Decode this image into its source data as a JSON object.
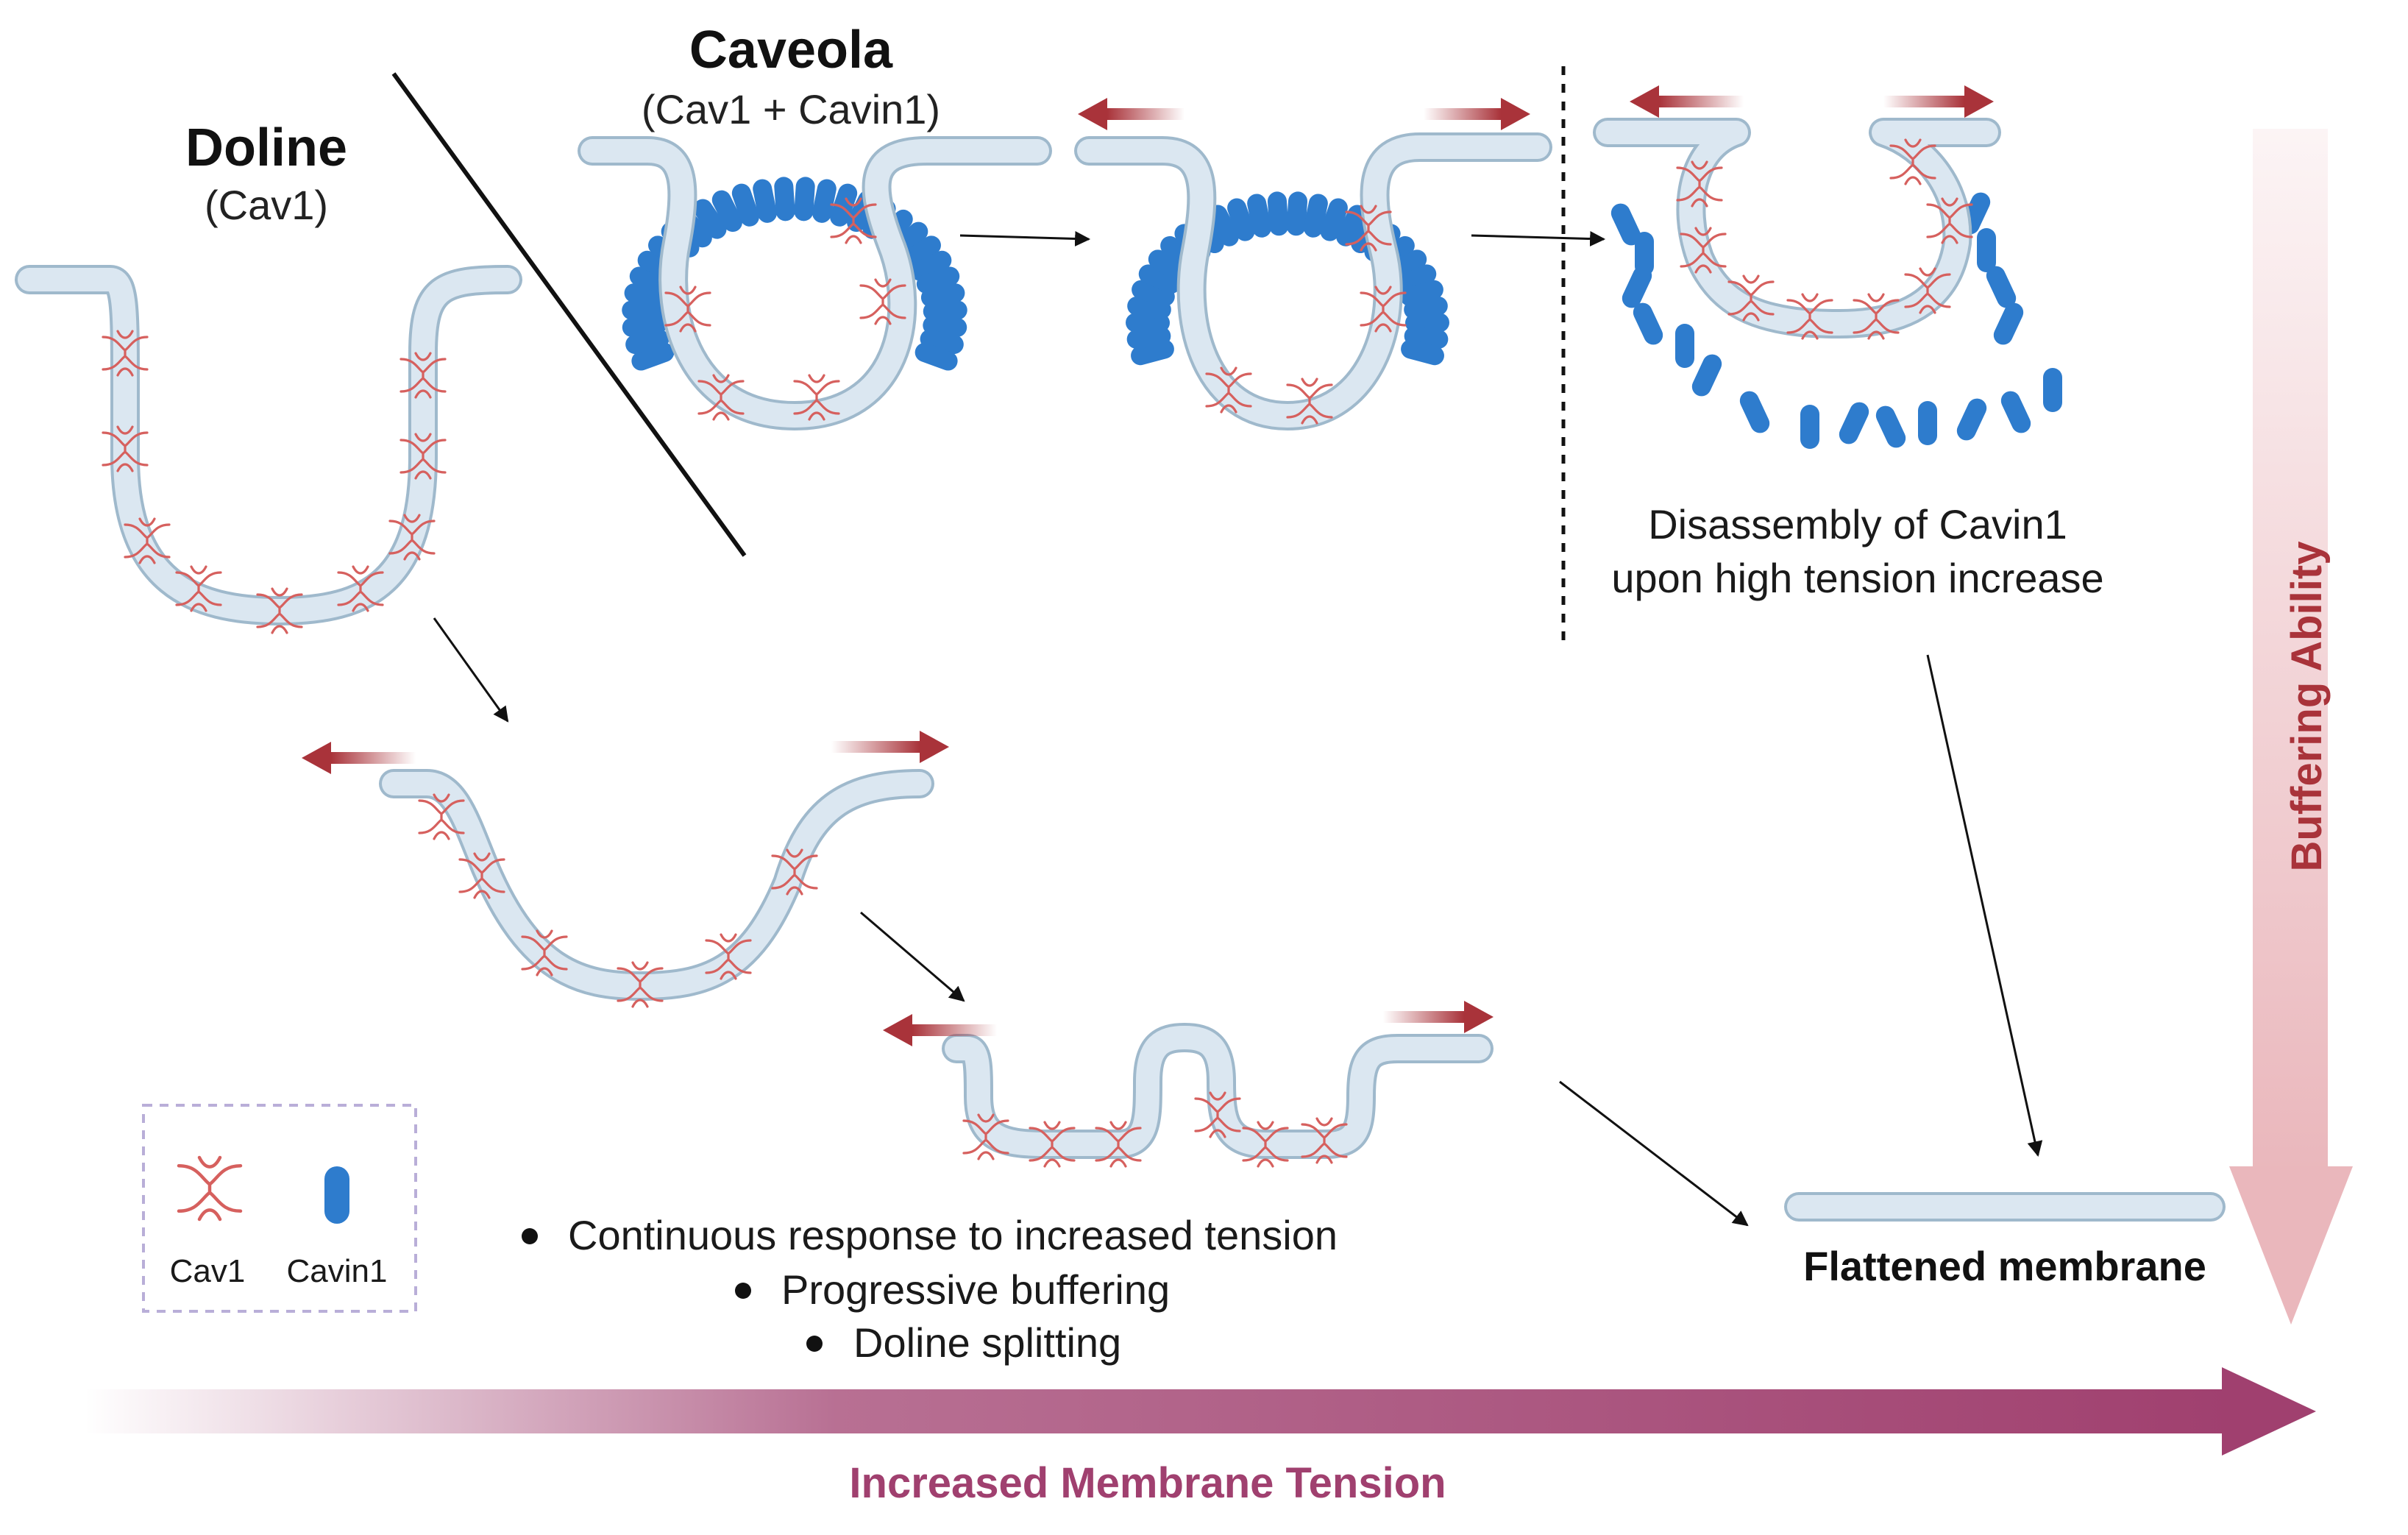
{
  "doline": {
    "title": "Doline",
    "subtitle": "(Cav1)"
  },
  "caveola": {
    "title": "Caveola",
    "subtitle": "(Cav1 + Cavin1)"
  },
  "disassembly": {
    "line1": "Disassembly of Cavin1",
    "line2": "upon high tension increase"
  },
  "bullets": [
    "Continuous response to increased tension",
    "Progressive buffering",
    "Doline splitting"
  ],
  "flattened": "Flattened membrane",
  "legend": {
    "cav1": "Cav1",
    "cavin1": "Cavin1"
  },
  "axes": {
    "x_label": "Increased Membrane Tension",
    "y_label": "Buffering Ability"
  },
  "colors": {
    "membrane_fill": "#dbe7f1",
    "membrane_edge": "#9fb9cc",
    "cav1": "#d6605e",
    "cavin1": "#2e7ccd",
    "tension_arrow": "#a9333a",
    "x_axis": "#a0406f",
    "y_axis": "#eab7bc"
  }
}
